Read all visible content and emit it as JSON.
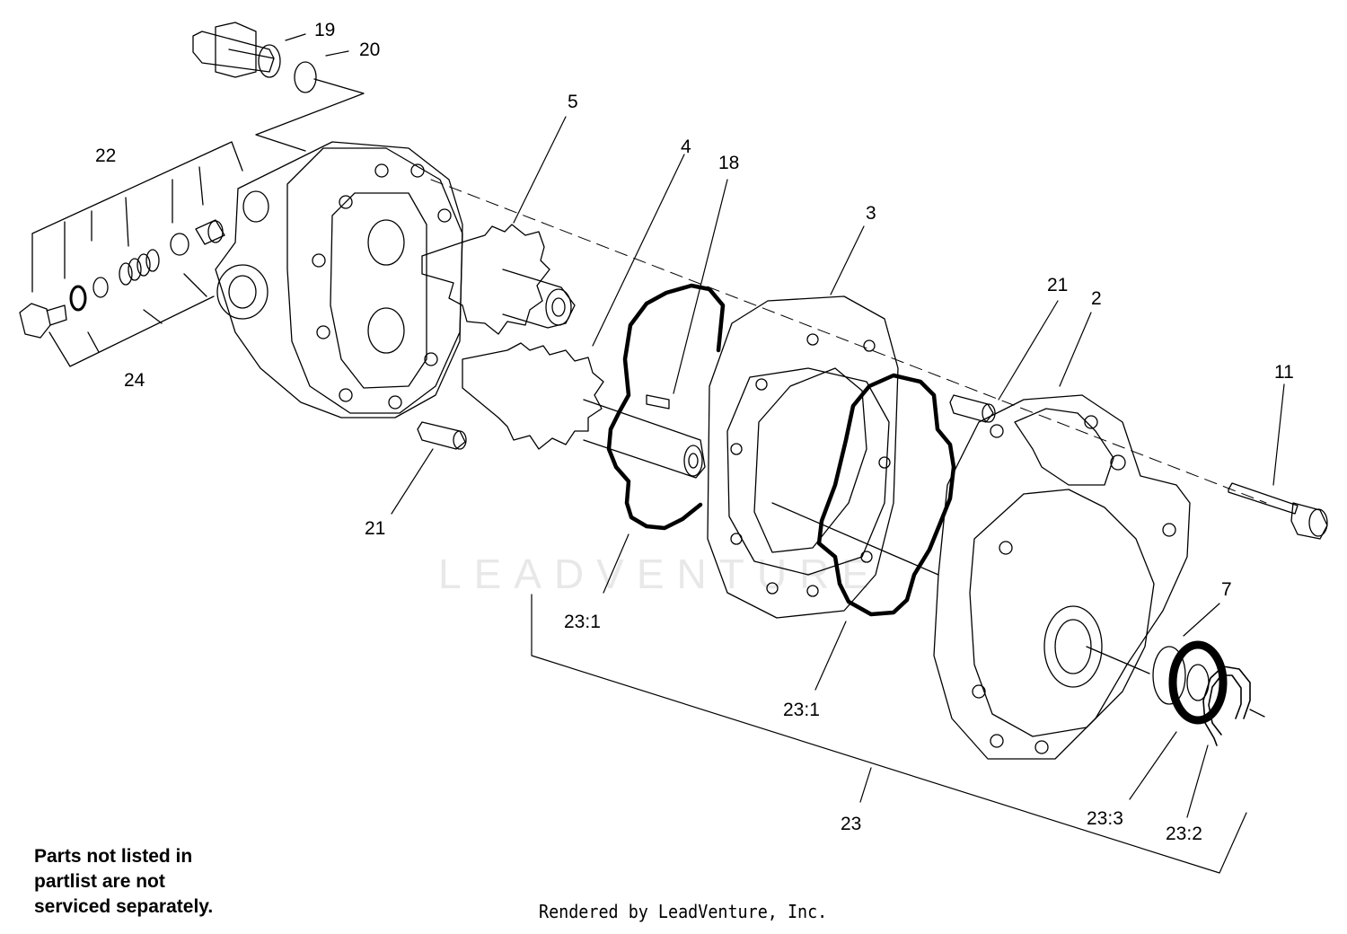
{
  "diagram": {
    "callouts": [
      "19",
      "20",
      "22",
      "24",
      "5",
      "4",
      "18",
      "3",
      "21",
      "2",
      "21",
      "11",
      "23:1",
      "23:1",
      "7",
      "23",
      "23:3",
      "23:2"
    ]
  },
  "watermark": "LEADVENTURE",
  "note_lines": [
    "Parts not listed in",
    "partlist are not",
    "serviced separately."
  ],
  "credit": "Rendered by LeadVenture, Inc."
}
